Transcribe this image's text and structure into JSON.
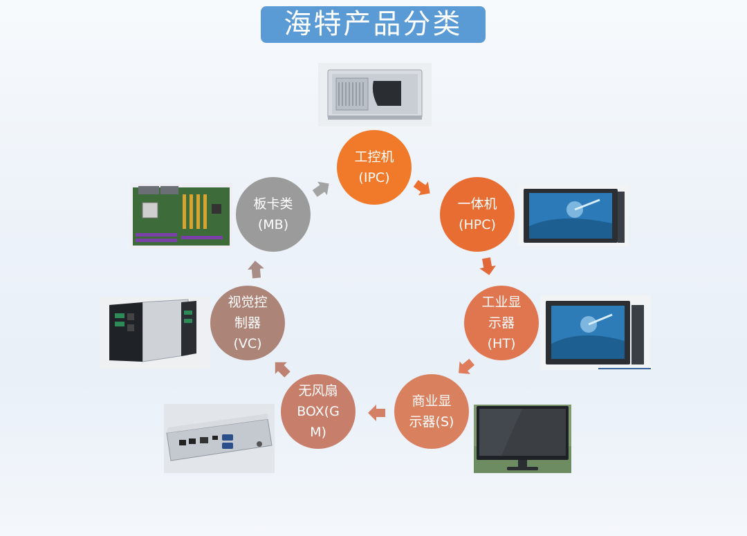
{
  "title": "海特产品分类",
  "colors": {
    "title_bg": "#5b9bd5",
    "orange": "#f07a2a",
    "orange_mid": "#e46a38",
    "salmon": "#dd7f5a",
    "brown": "#b57c6a",
    "mauve": "#a6857a",
    "gray": "#9a9a9a"
  },
  "nodes": {
    "ipc": [
      "工控机",
      "(IPC)"
    ],
    "hpc": [
      "一体机",
      "(HPC)"
    ],
    "ht": [
      "工业显",
      "示器",
      "(HT)"
    ],
    "s": [
      "商业显",
      "示器(S)"
    ],
    "gm": [
      "无风扇",
      "BOX(G",
      "M)"
    ],
    "vc": [
      "视觉控",
      "制器",
      "(VC)"
    ],
    "mb": [
      "板卡类",
      "(MB)"
    ]
  }
}
